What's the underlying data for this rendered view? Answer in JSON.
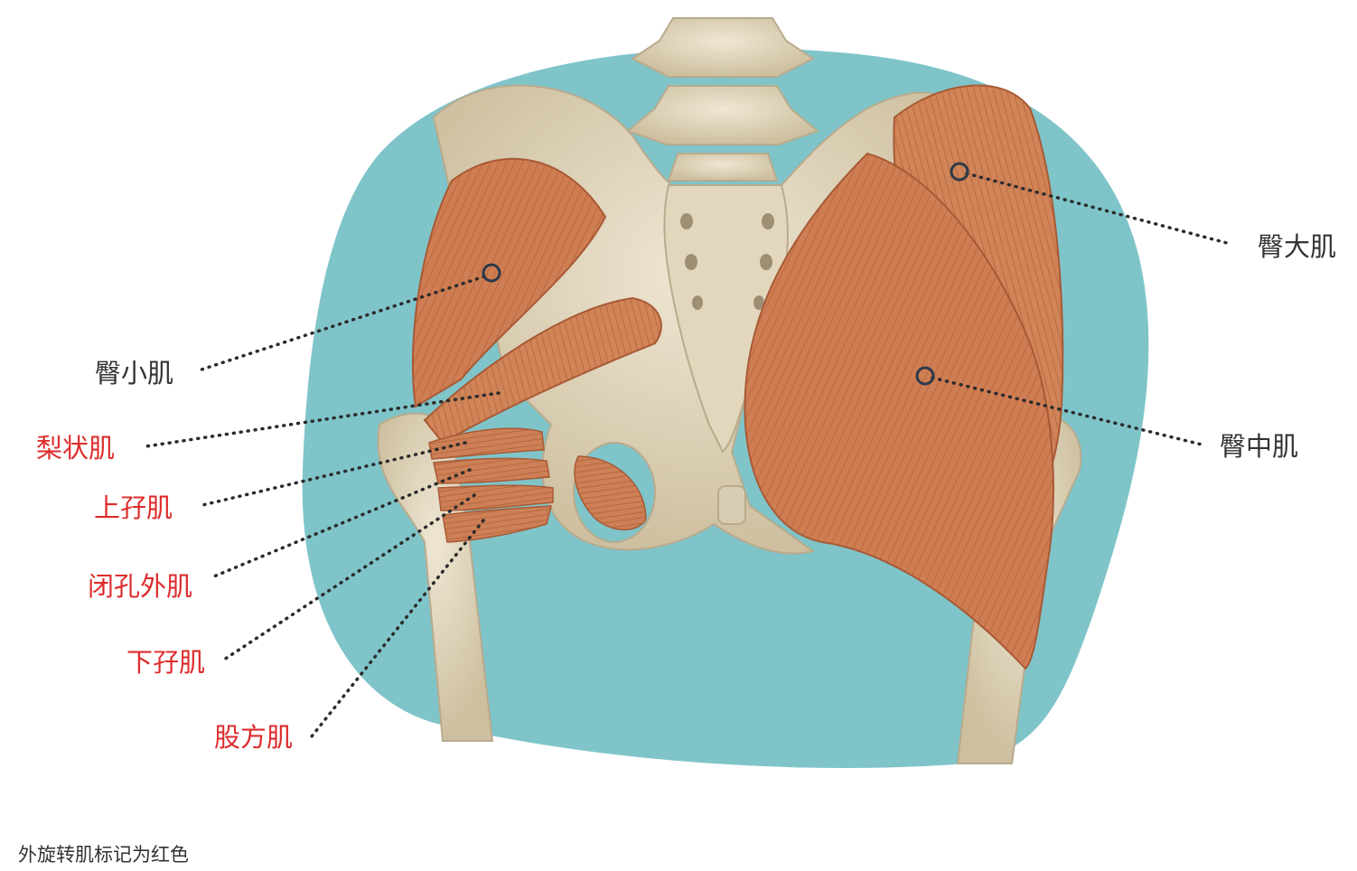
{
  "colors": {
    "background_blob": "#7fc4c9",
    "bone": "#e7ddc7",
    "bone_shade": "#c9bea6",
    "muscle": "#cf7d53",
    "muscle_dark": "#a85a36",
    "label_default": "#333333",
    "label_highlight": "#dd2c2c",
    "leader_line": "#2b2b2b"
  },
  "labels": {
    "gluteus_maximus": "臀大肌",
    "gluteus_medius": "臀中肌",
    "gluteus_minimus": "臀小肌",
    "piriformis": "梨状肌",
    "gemellus_superior": "上孖肌",
    "obturator_externus": "闭孔外肌",
    "gemellus_inferior": "下孖肌",
    "quadratus_femoris": "股方肌"
  },
  "highlighted": [
    "piriformis",
    "gemellus_superior",
    "obturator_externus",
    "gemellus_inferior",
    "quadratus_femoris"
  ],
  "caption": "外旋转肌标记为红色"
}
